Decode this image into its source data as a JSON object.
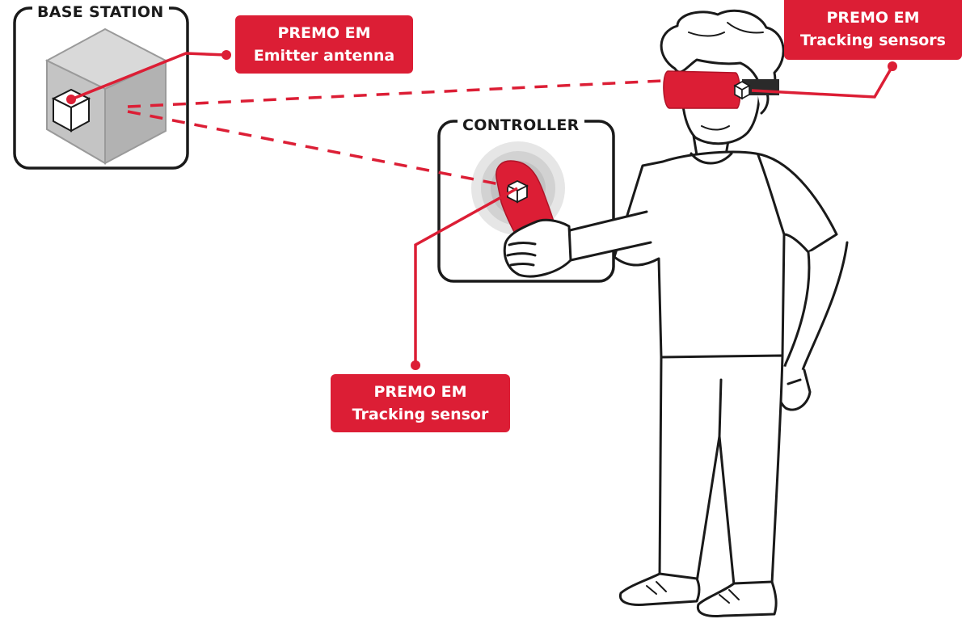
{
  "diagram": {
    "base_station": {
      "title": "BASE STATION"
    },
    "controller": {
      "title": "CONTROLLER"
    },
    "callouts": {
      "emitter": {
        "line1": "PREMO EM",
        "line2": "Emitter antenna"
      },
      "headset": {
        "line1": "PREMO EM",
        "line2": "Tracking sensors"
      },
      "controller": {
        "line1": "PREMO EM",
        "line2": "Tracking sensor"
      }
    },
    "colors": {
      "accent": "#dc1e35",
      "outline": "#1a1a1a",
      "cube_gray": "#c8c8c8",
      "background": "#ffffff"
    }
  }
}
